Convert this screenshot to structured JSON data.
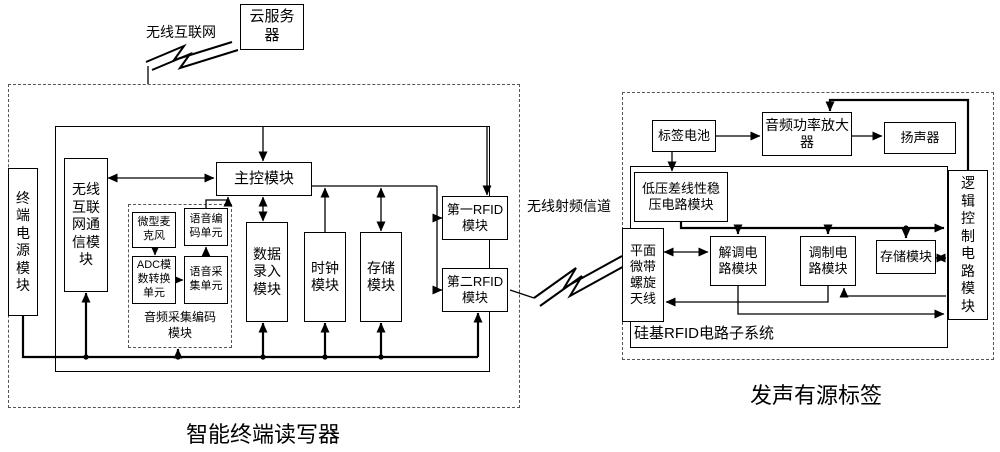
{
  "title_labels": {
    "cloud_server": "云服务器",
    "wireless_internet": "无线互联网",
    "rf_channel": "无线射频信道",
    "reader_caption": "智能终端读写器",
    "tag_caption": "发声有源标签"
  },
  "reader": {
    "power": "终端电源模块",
    "wifi": "无线互联网通信模块",
    "main": "主控模块",
    "audio": {
      "caption": "音频采集编码模块",
      "mic": "微型麦克风",
      "encoder": "语音编码单元",
      "adc": "ADC模数转换单元",
      "collector": "语音采集单元"
    },
    "data_entry": "数据录入模块",
    "clock": "时钟模块",
    "storage": "存储模块",
    "rfid1": "第一RFID模块",
    "rfid2": "第二RFID模块"
  },
  "tag": {
    "battery": "标签电池",
    "amplifier": "音频功率放大器",
    "speaker": "扬声器",
    "ldo": "低压差线性稳压电路模块",
    "antenna": "平面微带螺旋天线",
    "demodulator": "解调电路模块",
    "modulator": "调制电路模块",
    "storage": "存储模块",
    "logic": "逻辑控制电路模块",
    "subsystem_caption": "硅基RFID电路子系统"
  }
}
